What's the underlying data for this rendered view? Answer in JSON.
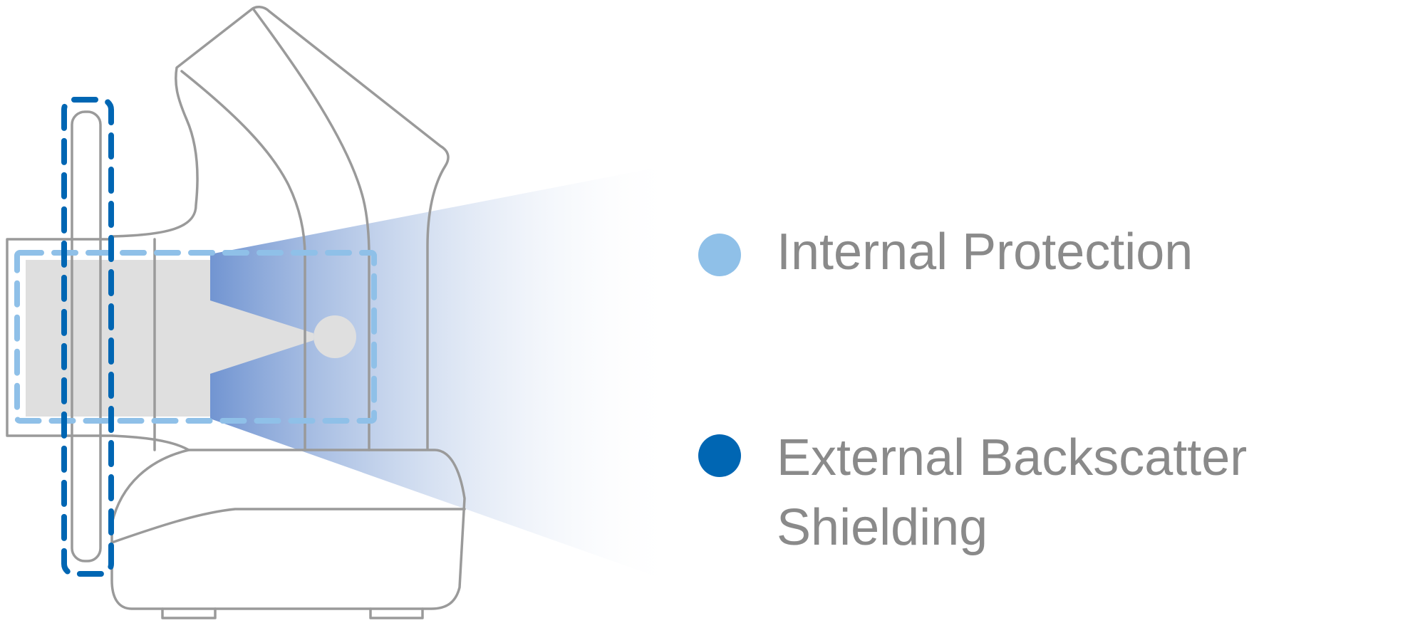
{
  "legend": {
    "internal": {
      "label": "Internal Protection",
      "color": "#8fc0e8"
    },
    "external": {
      "label_line1": "External Backscatter",
      "label_line2": "Shielding",
      "color": "#0066b3"
    }
  },
  "colors": {
    "outline": "#9a9a9a",
    "gray_fill": "#dfdfdf",
    "beam": "#6a8fcf"
  }
}
